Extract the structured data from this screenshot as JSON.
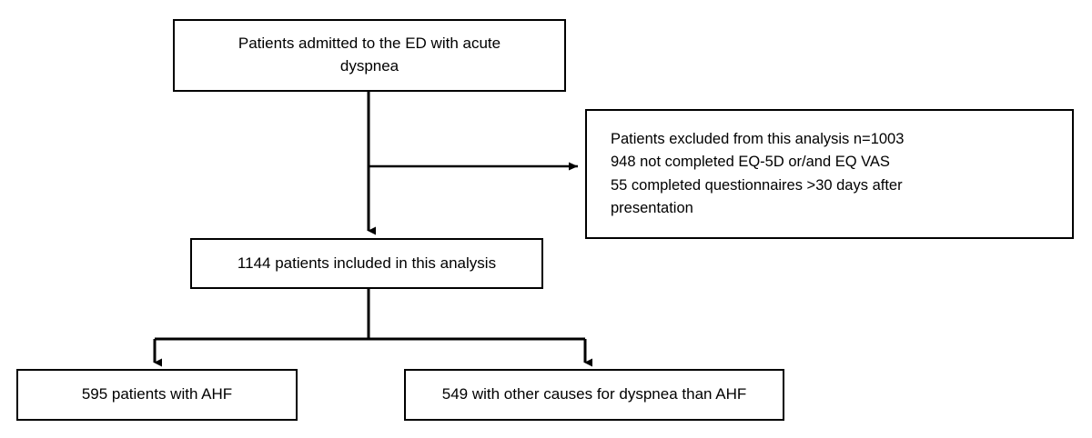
{
  "diagram": {
    "type": "flowchart",
    "title": "Patient enrollment flow diagram",
    "orientation": "top-down",
    "line_color": "#000000",
    "box_border_color": "#000000",
    "background_color": "#ffffff",
    "nodes": {
      "top": {
        "id": "box-top",
        "text": "Patients admitted to the ED with acute\ndyspnea"
      },
      "excluded": {
        "id": "box-excluded",
        "text": "Patients excluded from this analysis n=1003\n  948 not completed EQ-5D or/and EQ VAS\n  55 completed questionnaires >30 days after\npresentation",
        "count": 1003,
        "reason_1_count": 948,
        "reason_2_count": 55
      },
      "included": {
        "id": "box-included",
        "text": "1144 patients included in this analysis",
        "count": 1144
      },
      "ahf": {
        "id": "box-ahf",
        "text": "595 patients with AHF",
        "count": 595
      },
      "other": {
        "id": "box-other",
        "text": "549 with other causes for dyspnea than AHF",
        "count": 549
      }
    },
    "connectors": [
      {
        "name": "top-to-included",
        "from": "top",
        "to": "included",
        "style": "vertical-arrow"
      },
      {
        "name": "top-to-excluded",
        "from": "top",
        "to": "excluded",
        "style": "horizontal-branch-arrow"
      },
      {
        "name": "included-to-ahf",
        "from": "included",
        "to": "ahf",
        "style": "elbow-arrow"
      },
      {
        "name": "included-to-other",
        "from": "included",
        "to": "other",
        "style": "elbow-arrow"
      }
    ]
  }
}
